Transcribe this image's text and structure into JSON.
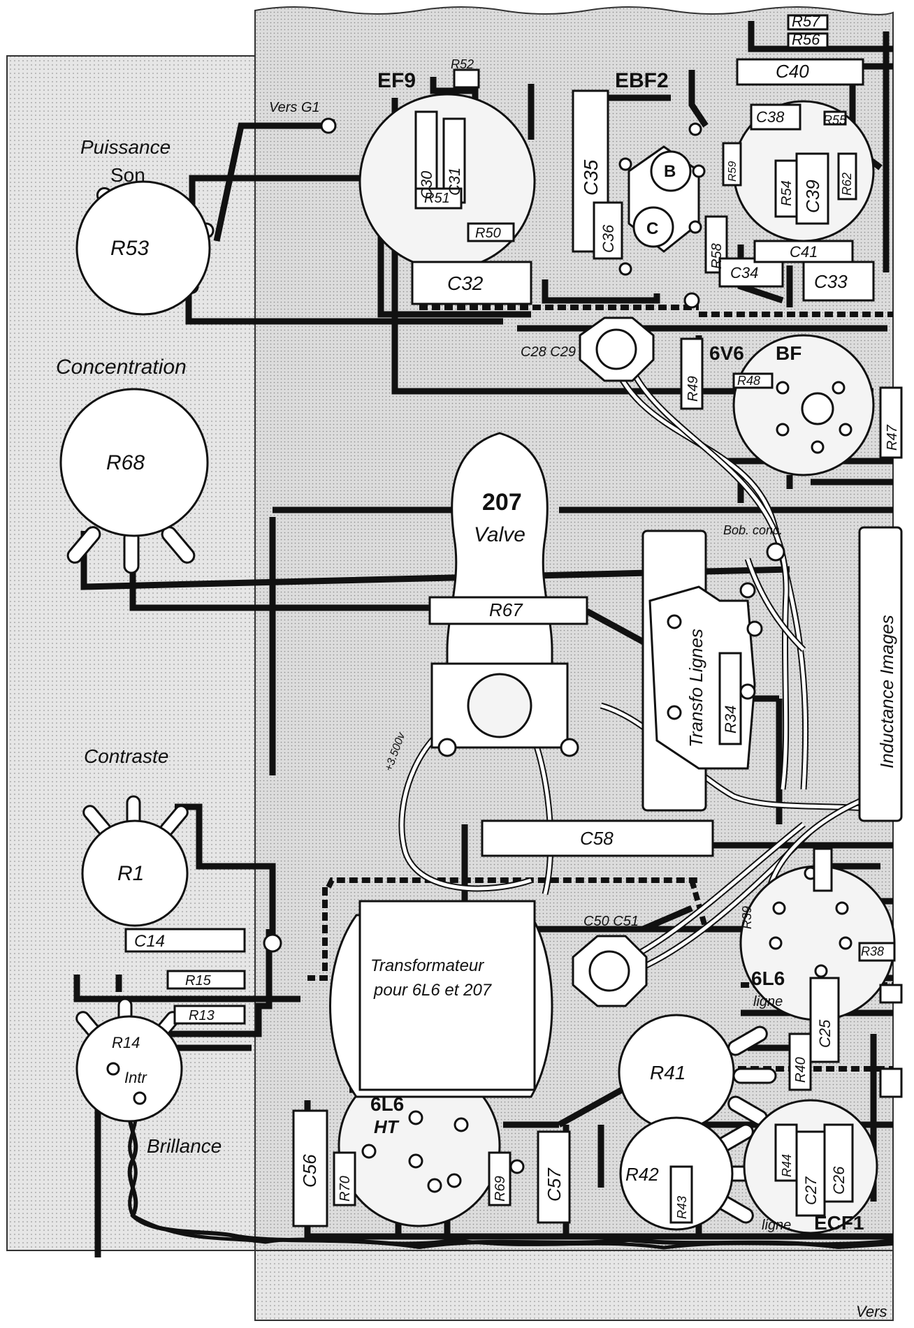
{
  "diagram": {
    "chassis_labels": {
      "puissance": "Puissance",
      "son": "Son",
      "concentration": "Concentration",
      "contraste": "Contraste",
      "brillance": "Brillance",
      "vers_g1": "Vers G1",
      "vers_bottom": "Vers"
    },
    "potentiometers": {
      "r53": "R53",
      "r68": "R68",
      "r1": "R1",
      "r14": "R14",
      "intr": "Intr",
      "r41": "R41",
      "r42": "R42"
    },
    "tubes": {
      "ef9": "EF9",
      "ebf2": "EBF2",
      "v6v6": "6V6",
      "bf": "BF",
      "t207": "207",
      "valve": "Valve",
      "l6l6ht": "6L6",
      "ht": "HT",
      "l6l6ligne": "6L6",
      "ligne": "ligne",
      "ecf1": "ECF1",
      "ligne2": "ligne",
      "b": "B",
      "c": "C"
    },
    "components": {
      "r57": "R57",
      "r56": "R56",
      "c40": "C40",
      "r52": "R52",
      "c30": "C30",
      "c31": "C31",
      "r51": "R51",
      "r50": "R50",
      "c35": "C35",
      "c36": "C36",
      "c32": "C32",
      "c38": "C38",
      "r55": "R55",
      "r59": "R59",
      "r54": "R54",
      "c39": "C39",
      "r62": "R62",
      "r58": "R58",
      "c34": "C34",
      "c41": "C41",
      "c33": "C33",
      "c28c29": "C28 C29",
      "r49": "R49",
      "r48": "R48",
      "r47": "R47",
      "r67": "R67",
      "r34": "R34",
      "c58": "C58",
      "c14": "C14",
      "r15": "R15",
      "r13": "R13",
      "c50c51": "C50 C51",
      "r39": "R39",
      "r38": "R38",
      "c25": "C25",
      "r40": "R40",
      "c56": "C56",
      "r70": "R70",
      "r69": "R69",
      "c57": "C57",
      "r43": "R43",
      "r44": "R44",
      "c27": "C27",
      "c26": "C26",
      "transfo_lignes": "Transfo Lignes",
      "bob_conc": "Bob. conc.",
      "inductance_images": "Inductance Images",
      "transformateur_l1": "Transformateur",
      "transformateur_l2": "pour 6L6 et 207",
      "hv": "+3.500v"
    }
  }
}
